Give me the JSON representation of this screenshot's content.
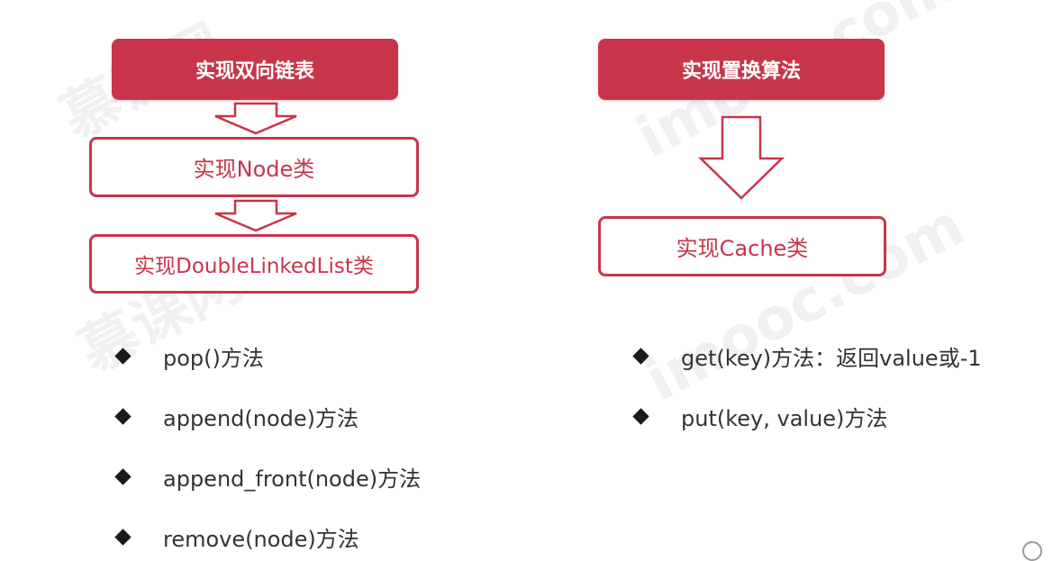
{
  "watermark": {
    "brand_cn": "慕课网",
    "brand_en": "imooc.com"
  },
  "left_flow": {
    "title": "实现双向链表",
    "step1": "实现Node类",
    "step2": "实现DoubleLinkedList类",
    "bullets": [
      "pop()方法",
      "append(node)方法",
      "append_front(node)方法",
      "remove(node)方法"
    ]
  },
  "right_flow": {
    "title": "实现置换算法",
    "step1": "实现Cache类",
    "bullets": [
      "get(key)方法：返回value或-1",
      "put(key, value)方法"
    ]
  },
  "colors": {
    "accent": "#c8354a",
    "text": "#333333",
    "bullet": "#1a1a1a"
  }
}
